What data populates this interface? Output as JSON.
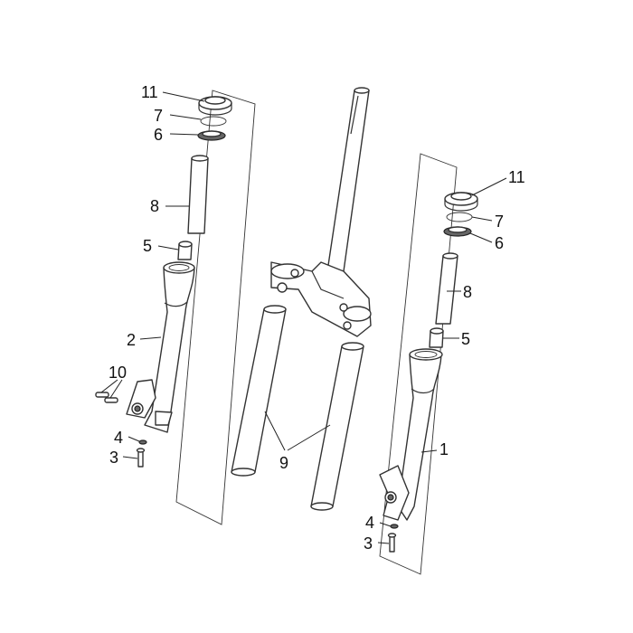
{
  "callouts": {
    "c11_left": "11",
    "c7_left": "7",
    "c6_left": "6",
    "c8_left": "8",
    "c5_left": "5",
    "c2": "2",
    "c10": "10",
    "c4_left": "4",
    "c3_left": "3",
    "c9": "9",
    "c11_right": "11",
    "c7_right": "7",
    "c6_right": "6",
    "c8_right": "8",
    "c5_right": "5",
    "c1": "1",
    "c4_right": "4",
    "c3_right": "3"
  },
  "colors": {
    "line": "#333333",
    "shading": "#666666",
    "background": "#ffffff"
  }
}
